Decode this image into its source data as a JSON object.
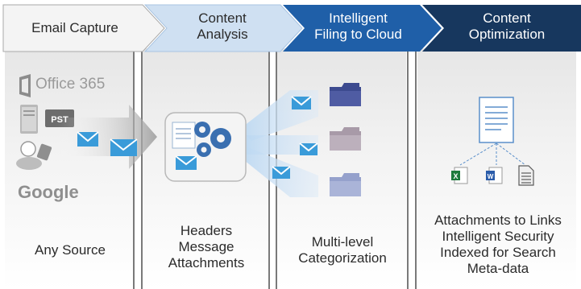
{
  "steps": [
    {
      "title_lines": [
        "Email Capture"
      ],
      "caption_lines": [
        "Any Source"
      ]
    },
    {
      "title_lines": [
        "Content",
        "Analysis"
      ],
      "caption_lines": [
        "Headers",
        "Message",
        "Attachments"
      ]
    },
    {
      "title_lines": [
        "Intelligent",
        "Filing to Cloud"
      ],
      "caption_lines": [
        "Multi-level",
        "Categorization"
      ]
    },
    {
      "title_lines": [
        "Content",
        "Optimization"
      ],
      "caption_lines": [
        "Attachments to Links",
        "Intelligent Security",
        "Indexed for Search",
        "Meta-data"
      ]
    }
  ],
  "sources": {
    "office_label": "Office 365",
    "pst_label": "PST",
    "google_label": "Google"
  },
  "doc_badges": {
    "excel": "X",
    "word": "W"
  },
  "colors": {
    "step1": "#f2f2f2",
    "step2": "#cfe0f2",
    "step3": "#1f5fa8",
    "step4": "#17375e",
    "column_bg": "#e9e9e9",
    "arrow": "#9fc5ec",
    "envelope": "#3a9bd9",
    "folder_top": "#3c4a8f",
    "folder_mid": "#b9aeb9",
    "folder_bottom": "#aab4d8"
  }
}
